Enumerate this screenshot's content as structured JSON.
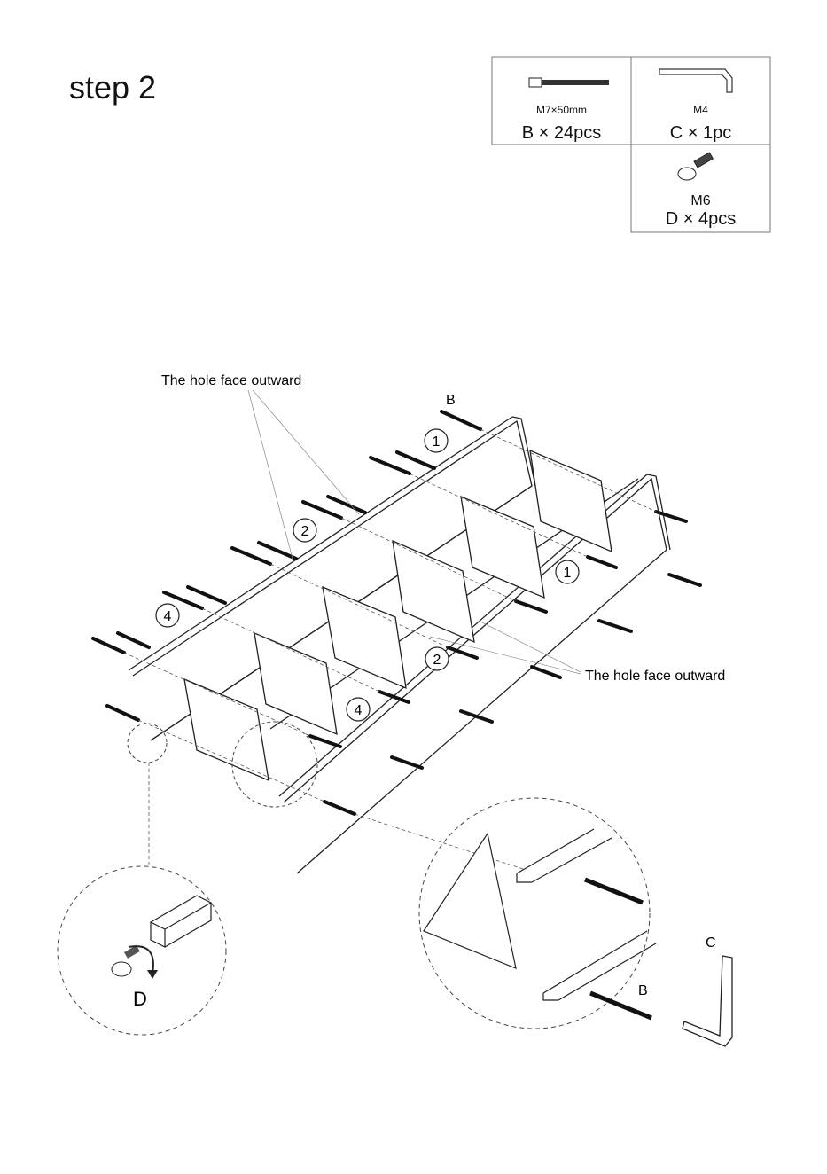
{
  "step": {
    "title": "step 2"
  },
  "parts": {
    "b": {
      "spec": "M7×50mm",
      "qty": "B × 24pcs"
    },
    "c": {
      "spec": "M4",
      "qty": "C × 1pc"
    },
    "d": {
      "spec": "M6",
      "qty": "D × 4pcs"
    }
  },
  "diagram": {
    "note_top": "The hole face outward",
    "note_right": "The hole face outward",
    "label_b": "B",
    "label_b_detail": "B",
    "label_c": "C",
    "label_d": "D",
    "callout_1": "1",
    "callout_1b": "1",
    "callout_2": "2",
    "callout_2b": "2",
    "callout_4": "4",
    "callout_4b": "4"
  }
}
